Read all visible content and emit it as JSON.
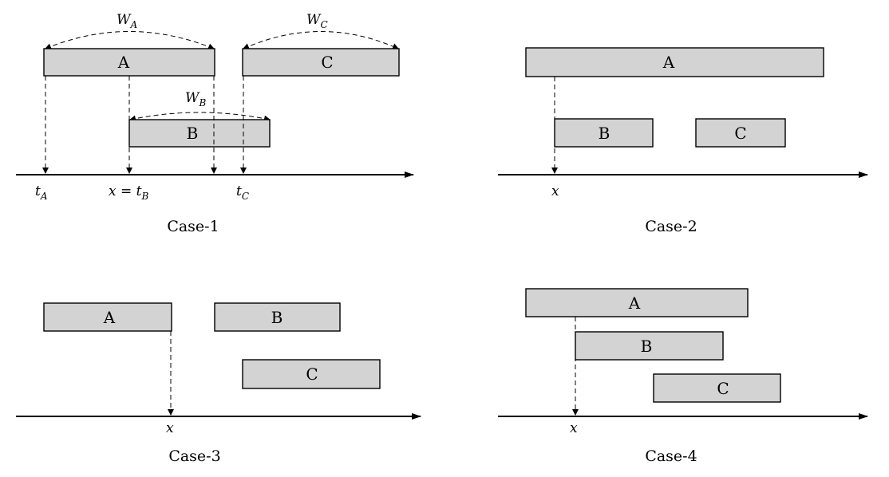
{
  "panels": {
    "case1": {
      "caption": "Case-1",
      "box_a": "A",
      "box_b": "B",
      "box_c": "C",
      "w_a": {
        "base": "W",
        "sub": "A"
      },
      "w_b": {
        "base": "W",
        "sub": "B"
      },
      "w_c": {
        "base": "W",
        "sub": "C"
      },
      "t_a": {
        "base": "t",
        "sub": "A"
      },
      "x_tb": {
        "base": "x = t",
        "sub": "B"
      },
      "t_c": {
        "base": "t",
        "sub": "C"
      }
    },
    "case2": {
      "caption": "Case-2",
      "box_a": "A",
      "box_b": "B",
      "box_c": "C",
      "x": "x"
    },
    "case3": {
      "caption": "Case-3",
      "box_a": "A",
      "box_b": "B",
      "box_c": "C",
      "x": "x"
    },
    "case4": {
      "caption": "Case-4",
      "box_a": "A",
      "box_b": "B",
      "box_c": "C",
      "x": "x"
    }
  }
}
